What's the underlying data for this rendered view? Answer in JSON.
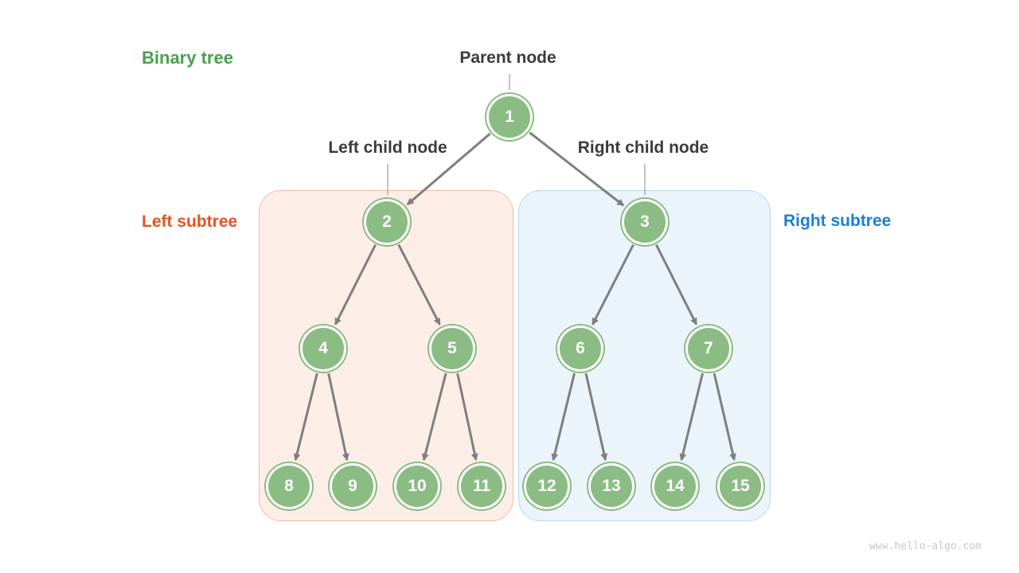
{
  "title": "Binary tree",
  "annotations": {
    "parent_node": "Parent node",
    "left_child_node": "Left child node",
    "right_child_node": "Right child node",
    "left_subtree": "Left subtree",
    "right_subtree": "Right subtree"
  },
  "watermark": "www.hello-algo.com",
  "colors": {
    "node_fill": "#8BBC84",
    "node_ring": "#8BBC84",
    "node_text": "#FFFFFF",
    "arrow": "#7F7F7F",
    "pointer_line": "#A5A5A5",
    "label_text": "#3B3B3B",
    "title_green": "#4C9E50",
    "left_subtree_text": "#E8531D",
    "right_subtree_text": "#1B7FD3",
    "left_box_fill": "#FCEEE7",
    "left_box_border": "#F6BDA3",
    "right_box_fill": "#EBF4FB",
    "right_box_border": "#B7D9EE",
    "watermark": "#C8C8C8"
  },
  "chart_data": {
    "type": "tree",
    "title": "Binary tree",
    "node_values": [
      1,
      2,
      3,
      4,
      5,
      6,
      7,
      8,
      9,
      10,
      11,
      12,
      13,
      14,
      15
    ],
    "edges": [
      [
        1,
        2
      ],
      [
        1,
        3
      ],
      [
        2,
        4
      ],
      [
        2,
        5
      ],
      [
        3,
        6
      ],
      [
        3,
        7
      ],
      [
        4,
        8
      ],
      [
        4,
        9
      ],
      [
        5,
        10
      ],
      [
        5,
        11
      ],
      [
        6,
        12
      ],
      [
        6,
        13
      ],
      [
        7,
        14
      ],
      [
        7,
        15
      ]
    ],
    "groups": {
      "root": 1,
      "left_subtree_nodes": [
        2,
        4,
        5,
        8,
        9,
        10,
        11
      ],
      "right_subtree_nodes": [
        3,
        6,
        7,
        12,
        13,
        14,
        15
      ]
    }
  }
}
